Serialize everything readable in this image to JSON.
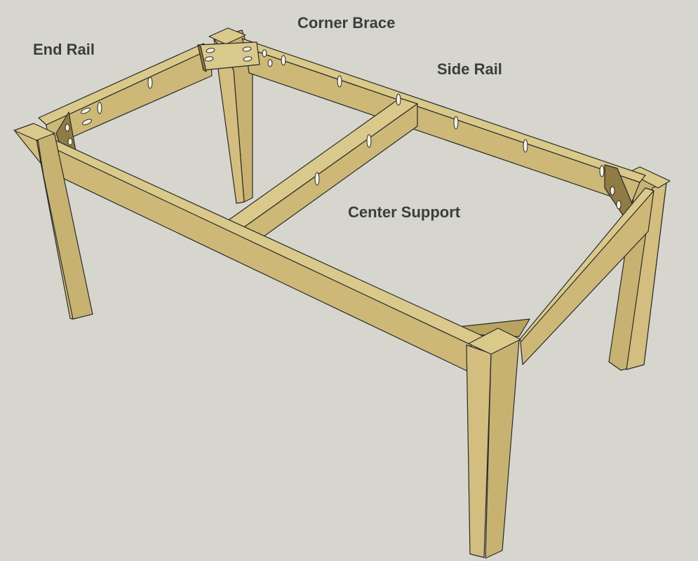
{
  "labels": {
    "end_rail": "End Rail",
    "corner_brace": "Corner Brace",
    "side_rail": "Side Rail",
    "center_support": "Center Support"
  },
  "colors": {
    "background": "#d6d6cf",
    "wood_top": "#d9c98a",
    "wood_front": "#cdb877",
    "wood_side": "#b9a361",
    "outline": "#2a2a2a",
    "label_text": "#3d3d3d"
  }
}
